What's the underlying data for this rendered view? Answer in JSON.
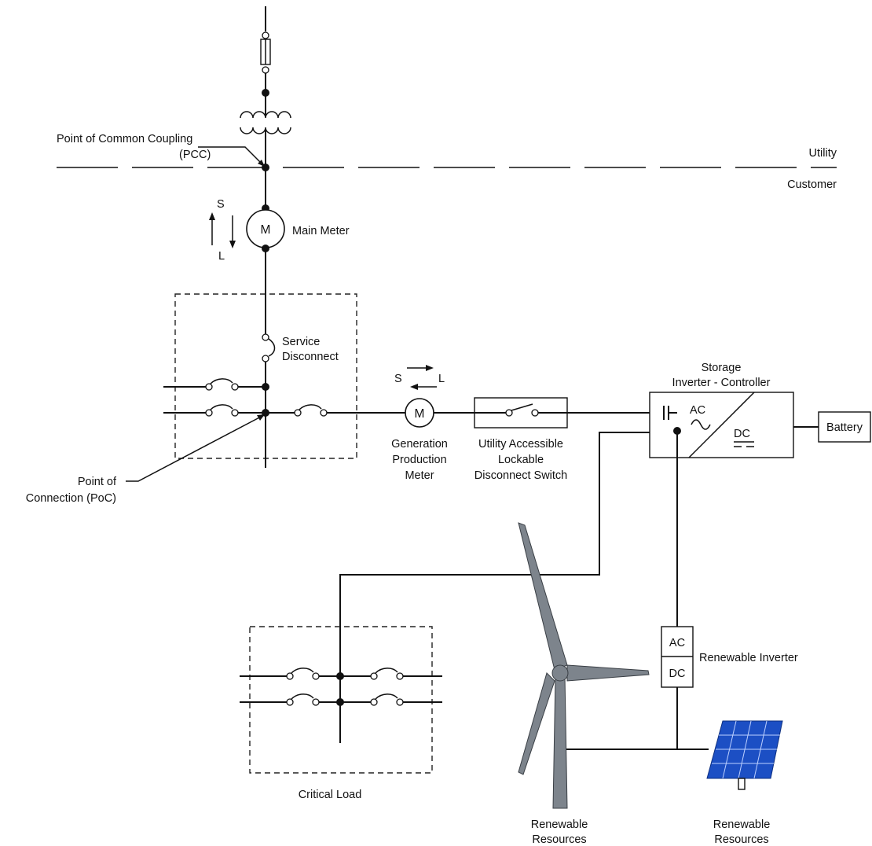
{
  "labels": {
    "pcc_line1": "Point of Common Coupling",
    "pcc_line2": "(PCC)",
    "utility": "Utility",
    "customer": "Customer",
    "main_meter": "Main Meter",
    "meter_symbol": "M",
    "meter_s": "S",
    "meter_l": "L",
    "service_disconnect_line1": "Service",
    "service_disconnect_line2": "Disconnect",
    "poc_line1": "Point of",
    "poc_line2": "Connection (PoC)",
    "gen_meter_line1": "Generation",
    "gen_meter_line2": "Production",
    "gen_meter_line3": "Meter",
    "gen_s": "S",
    "gen_l": "L",
    "switch_line1": "Utility Accessible",
    "switch_line2": "Lockable",
    "switch_line3": "Disconnect Switch",
    "storage_line1": "Storage",
    "storage_line2": "Inverter - Controller",
    "storage_ac": "AC",
    "storage_dc": "DC",
    "battery": "Battery",
    "renewable_inverter": "Renewable Inverter",
    "inv_ac": "AC",
    "inv_dc": "DC",
    "critical_load": "Critical Load",
    "renewable_wind_line1": "Renewable",
    "renewable_wind_line2": "Resources",
    "renewable_solar_line1": "Renewable",
    "renewable_solar_line2": "Resources"
  },
  "colors": {
    "line": "#111111",
    "turbine": "#7d848c",
    "solar_panel": "#1c4fc4"
  }
}
